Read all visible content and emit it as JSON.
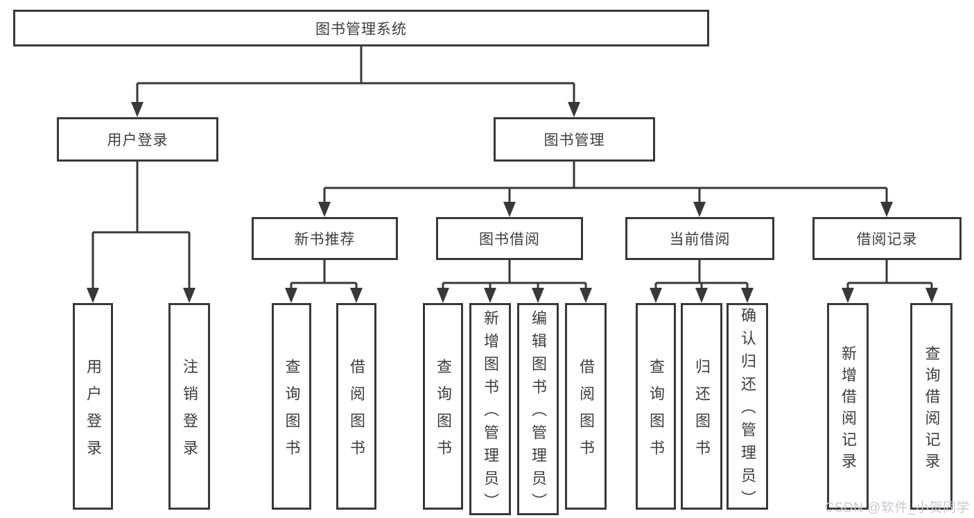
{
  "diagram": {
    "type": "hierarchy-tree",
    "colors": {
      "line": "#383838",
      "box_border": "#383838",
      "text": "#3d3d3d",
      "background": "#ffffff",
      "watermark": "#c7c9d3"
    },
    "root": {
      "label": "图书管理系统"
    },
    "level2": [
      {
        "label": "用户登录"
      },
      {
        "label": "图书管理"
      }
    ],
    "level3": [
      {
        "label": "新书推荐"
      },
      {
        "label": "图书借阅"
      },
      {
        "label": "当前借阅"
      },
      {
        "label": "借阅记录"
      }
    ],
    "leaves": {
      "user_login": [
        "用户登录",
        "注销登录"
      ],
      "new_books": [
        "查询图书",
        "借阅图书"
      ],
      "book_borrow": [
        "查询图书",
        "新增图书（管理员）",
        "编辑图书（管理员）",
        "借阅图书"
      ],
      "current_borrow": [
        "查询图书",
        "归还图书",
        "确认归还（管理员）"
      ],
      "borrow_records": [
        "新增借阅记录",
        "查询借阅记录"
      ]
    },
    "watermark": "CSDN @软件_小贺同学"
  }
}
